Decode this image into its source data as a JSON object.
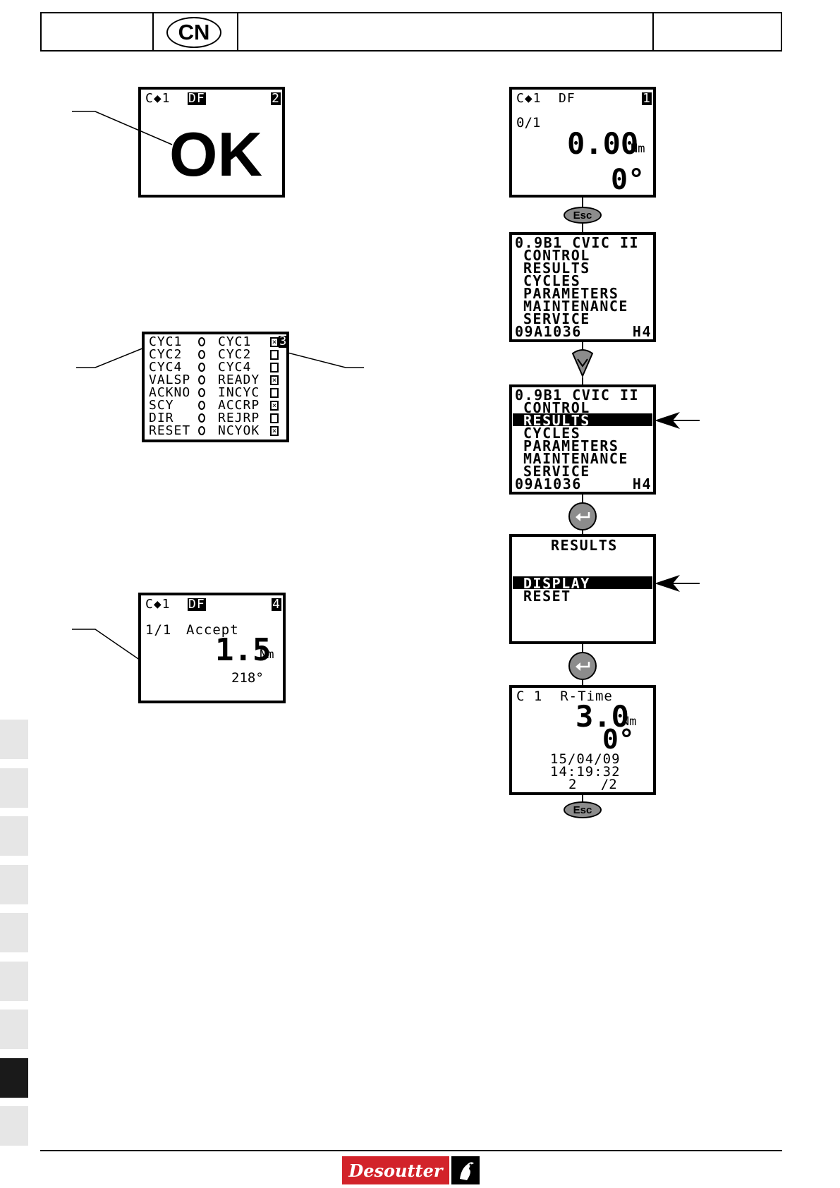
{
  "header": {
    "lang_badge": "CN"
  },
  "screen_ok": {
    "status_left": "C◆1",
    "mode": "DF",
    "page": "2",
    "big": "OK"
  },
  "screen_io": {
    "left": [
      "CYC1",
      "CYC2",
      "CYC4",
      "VALSP",
      "ACKNO",
      "SCY",
      "DIR",
      "RESET"
    ],
    "right": [
      "CYC1",
      "CYC2",
      "CYC4",
      "READY",
      "INCYC",
      "ACCRP",
      "REJRP",
      "NCYOK"
    ],
    "right_checked": [
      true,
      false,
      false,
      true,
      false,
      true,
      false,
      true
    ],
    "page": "3"
  },
  "screen_result": {
    "status_left": "C◆1",
    "mode": "DF",
    "page": "4",
    "count": "1/1",
    "status": "Accept",
    "torque": "1.5",
    "torque_unit": "Nm",
    "angle": "218°"
  },
  "screen_main": {
    "status_left": "C◆1",
    "mode": "DF",
    "page": "1",
    "count": "0/1",
    "torque": "0.00",
    "torque_unit": "Nm",
    "angle": "0°"
  },
  "menu": {
    "version": "0.9B1 CVIC II",
    "items": [
      "CONTROL",
      "RESULTS",
      "CYCLES",
      "PARAMETERS",
      "MAINTENANCE",
      "SERVICE"
    ],
    "serial": "09A1036",
    "code": "H4",
    "selected": "RESULTS"
  },
  "results_menu": {
    "title": "RESULTS",
    "items": [
      "DISPLAY",
      "RESET"
    ],
    "selected": "DISPLAY"
  },
  "rtime": {
    "header": "C 1  R-Time",
    "torque": "3.0",
    "torque_unit": "Nm",
    "angle": "0°",
    "date": "15/04/09",
    "time": "14:19:32",
    "index": "2   /2"
  },
  "buttons": {
    "esc_label": "Esc"
  },
  "footer": {
    "brand": "Desoutter"
  },
  "side_tabs": {
    "count": 9,
    "active_index": 7
  }
}
